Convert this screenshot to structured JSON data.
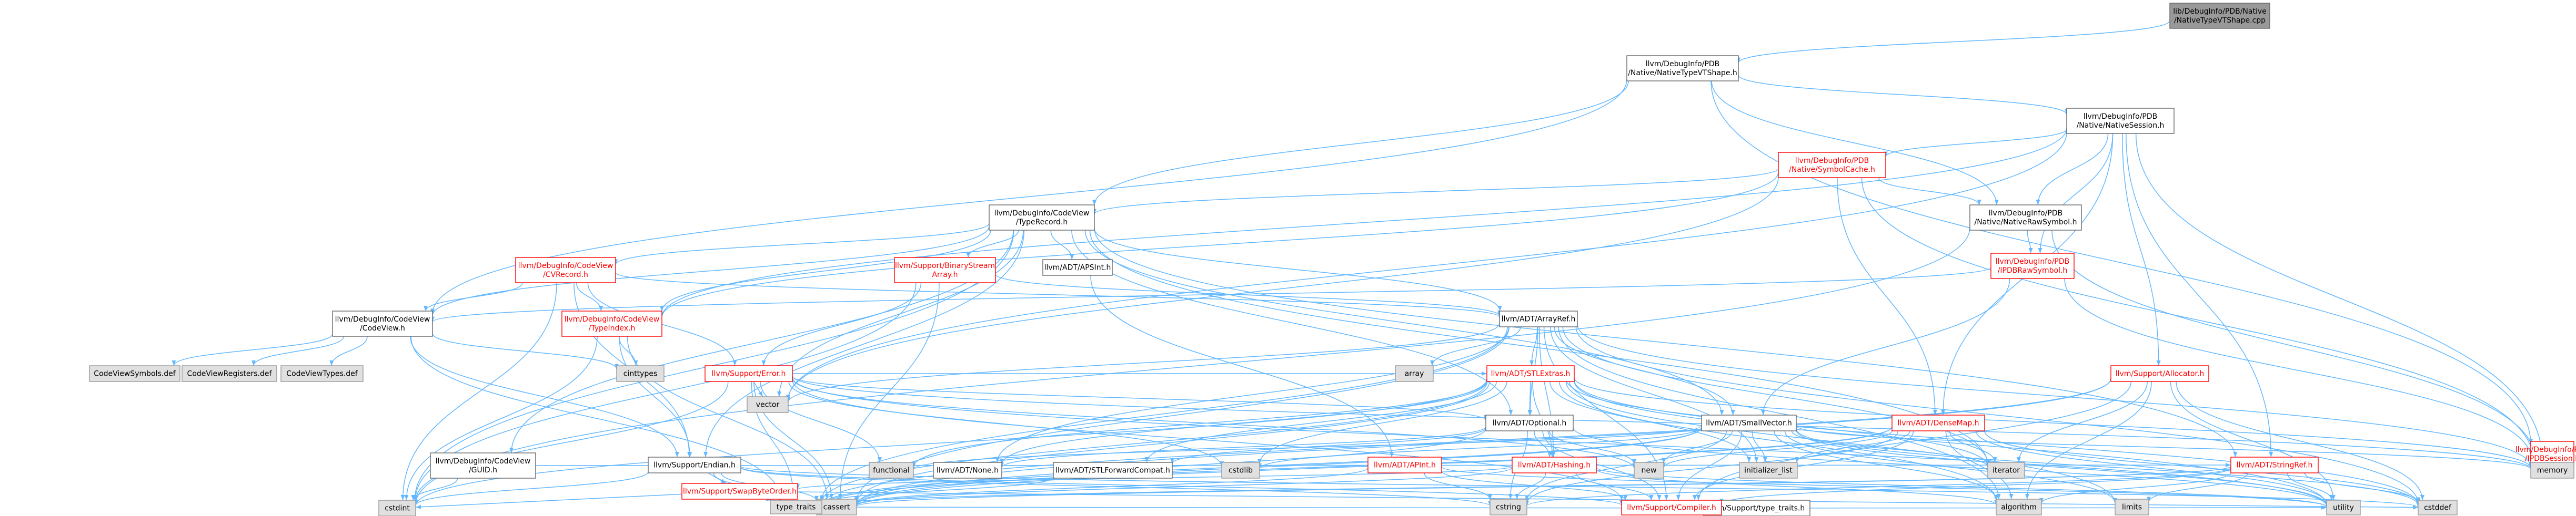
{
  "colors": {
    "background": "#ffffff",
    "node_fill": "#ffffff",
    "node_border": "#666666",
    "root_fill": "#999999",
    "root_border": "#666666",
    "system_fill": "#e0e0e0",
    "system_border": "#999999",
    "red_border": "#ff0000",
    "red_text": "#ff0000",
    "text": "#000000",
    "edge": "#63b8ff"
  },
  "nodes": [
    {
      "id": "root",
      "lines": [
        "lib/DebugInfo/PDB/Native",
        "/NativeTypeVTShape.cpp"
      ],
      "style": "root"
    },
    {
      "id": "nativetypevtshape",
      "lines": [
        "llvm/DebugInfo/PDB",
        "/Native/NativeTypeVTShape.h"
      ],
      "style": "normal"
    },
    {
      "id": "nativesession",
      "lines": [
        "llvm/DebugInfo/PDB",
        "/Native/NativeSession.h"
      ],
      "style": "normal"
    },
    {
      "id": "typerecord",
      "lines": [
        "llvm/DebugInfo/CodeView",
        "/TypeRecord.h"
      ],
      "style": "normal"
    },
    {
      "id": "symbolcache",
      "lines": [
        "llvm/DebugInfo/PDB",
        "/Native/SymbolCache.h"
      ],
      "style": "red"
    },
    {
      "id": "nativerawsymbol",
      "lines": [
        "llvm/DebugInfo/PDB",
        "/Native/NativeRawSymbol.h"
      ],
      "style": "normal"
    },
    {
      "id": "ipdbrawsymbol",
      "lines": [
        "llvm/DebugInfo/PDB",
        "/IPDBRawSymbol.h"
      ],
      "style": "red"
    },
    {
      "id": "cvrecord",
      "lines": [
        "llvm/DebugInfo/CodeView",
        "/CVRecord.h"
      ],
      "style": "red"
    },
    {
      "id": "binarystreamarray",
      "lines": [
        "llvm/Support/BinaryStream",
        "Array.h"
      ],
      "style": "red"
    },
    {
      "id": "apsint",
      "lines": [
        "llvm/ADT/APSInt.h"
      ],
      "style": "normal"
    },
    {
      "id": "codeview",
      "lines": [
        "llvm/DebugInfo/CodeView",
        "/CodeView.h"
      ],
      "style": "normal"
    },
    {
      "id": "typeindex",
      "lines": [
        "llvm/DebugInfo/CodeView",
        "/TypeIndex.h"
      ],
      "style": "red"
    },
    {
      "id": "arrayref",
      "lines": [
        "llvm/ADT/ArrayRef.h"
      ],
      "style": "normal"
    },
    {
      "id": "codeviewsymbols",
      "lines": [
        "CodeViewSymbols.def"
      ],
      "style": "system"
    },
    {
      "id": "codeviewregisters",
      "lines": [
        "CodeViewRegisters.def"
      ],
      "style": "system"
    },
    {
      "id": "codeviewtypes",
      "lines": [
        "CodeViewTypes.def"
      ],
      "style": "system"
    },
    {
      "id": "cinttypes",
      "lines": [
        "cinttypes"
      ],
      "style": "system"
    },
    {
      "id": "error",
      "lines": [
        "llvm/Support/Error.h"
      ],
      "style": "red"
    },
    {
      "id": "array",
      "lines": [
        "array"
      ],
      "style": "system"
    },
    {
      "id": "stlextras",
      "lines": [
        "llvm/ADT/STLExtras.h"
      ],
      "style": "red"
    },
    {
      "id": "allocator",
      "lines": [
        "llvm/Support/Allocator.h"
      ],
      "style": "red"
    },
    {
      "id": "ipdbsession",
      "lines": [
        "llvm/DebugInfo/PDB",
        "/IPDBSession.h"
      ],
      "style": "red"
    },
    {
      "id": "vector",
      "lines": [
        "vector"
      ],
      "style": "system"
    },
    {
      "id": "optional",
      "lines": [
        "llvm/ADT/Optional.h"
      ],
      "style": "normal"
    },
    {
      "id": "smallvector",
      "lines": [
        "llvm/ADT/SmallVector.h"
      ],
      "style": "normal"
    },
    {
      "id": "densemap",
      "lines": [
        "llvm/ADT/DenseMap.h"
      ],
      "style": "red"
    },
    {
      "id": "guid",
      "lines": [
        "llvm/DebugInfo/CodeView",
        "/GUID.h"
      ],
      "style": "normal"
    },
    {
      "id": "endian",
      "lines": [
        "llvm/Support/Endian.h"
      ],
      "style": "normal"
    },
    {
      "id": "functional",
      "lines": [
        "functional"
      ],
      "style": "system"
    },
    {
      "id": "none",
      "lines": [
        "llvm/ADT/None.h"
      ],
      "style": "normal"
    },
    {
      "id": "stlforwardcompat",
      "lines": [
        "llvm/ADT/STLForwardCompat.h"
      ],
      "style": "normal"
    },
    {
      "id": "cstdlib",
      "lines": [
        "cstdlib"
      ],
      "style": "system"
    },
    {
      "id": "apint",
      "lines": [
        "llvm/ADT/APInt.h"
      ],
      "style": "red"
    },
    {
      "id": "hashing",
      "lines": [
        "llvm/ADT/Hashing.h"
      ],
      "style": "red"
    },
    {
      "id": "new",
      "lines": [
        "new"
      ],
      "style": "system"
    },
    {
      "id": "initializer_list",
      "lines": [
        "initializer_list"
      ],
      "style": "system"
    },
    {
      "id": "iterator",
      "lines": [
        "iterator"
      ],
      "style": "system"
    },
    {
      "id": "stringref",
      "lines": [
        "llvm/ADT/StringRef.h"
      ],
      "style": "red"
    },
    {
      "id": "memory",
      "lines": [
        "memory"
      ],
      "style": "system"
    },
    {
      "id": "swapbyteorder",
      "lines": [
        "llvm/Support/SwapByteOrder.h"
      ],
      "style": "red"
    },
    {
      "id": "cassert",
      "lines": [
        "cassert"
      ],
      "style": "system"
    },
    {
      "id": "cstring",
      "lines": [
        "cstring"
      ],
      "style": "system"
    },
    {
      "id": "typetraits_h",
      "lines": [
        "llvm/Support/type_traits.h"
      ],
      "style": "normal"
    },
    {
      "id": "algorithm",
      "lines": [
        "algorithm"
      ],
      "style": "system"
    },
    {
      "id": "limits",
      "lines": [
        "limits"
      ],
      "style": "system"
    },
    {
      "id": "cstdint",
      "lines": [
        "cstdint"
      ],
      "style": "system"
    },
    {
      "id": "type_traits",
      "lines": [
        "type_traits"
      ],
      "style": "system"
    },
    {
      "id": "compiler",
      "lines": [
        "llvm/Support/Compiler.h"
      ],
      "style": "red"
    },
    {
      "id": "utility",
      "lines": [
        "utility"
      ],
      "style": "system"
    },
    {
      "id": "cstddef",
      "lines": [
        "cstddef"
      ],
      "style": "system"
    }
  ],
  "edges": [
    [
      "root",
      "nativetypevtshape"
    ],
    [
      "nativetypevtshape",
      "nativesession"
    ],
    [
      "nativetypevtshape",
      "typerecord"
    ],
    [
      "nativetypevtshape",
      "nativerawsymbol"
    ],
    [
      "nativetypevtshape",
      "codeview"
    ],
    [
      "nativetypevtshape",
      "ipdbsession"
    ],
    [
      "nativesession",
      "symbolcache"
    ],
    [
      "nativesession",
      "nativerawsymbol"
    ],
    [
      "nativesession",
      "ipdbrawsymbol"
    ],
    [
      "nativesession",
      "allocator"
    ],
    [
      "nativesession",
      "densemap"
    ],
    [
      "nativesession",
      "stringref"
    ],
    [
      "nativesession",
      "typeindex"
    ],
    [
      "nativesession",
      "vector"
    ],
    [
      "nativesession",
      "memory"
    ],
    [
      "symbolcache",
      "typerecord"
    ],
    [
      "symbolcache",
      "nativerawsymbol"
    ],
    [
      "symbolcache",
      "densemap"
    ],
    [
      "symbolcache",
      "typeindex"
    ],
    [
      "symbolcache",
      "memory"
    ],
    [
      "symbolcache",
      "vector"
    ],
    [
      "nativerawsymbol",
      "ipdbrawsymbol"
    ],
    [
      "nativerawsymbol",
      "cstdint"
    ],
    [
      "nativerawsymbol",
      "memory"
    ],
    [
      "ipdbrawsymbol",
      "smallvector"
    ],
    [
      "ipdbrawsymbol",
      "codeview"
    ],
    [
      "ipdbrawsymbol",
      "memory"
    ],
    [
      "typerecord",
      "cvrecord"
    ],
    [
      "typerecord",
      "binarystreamarray"
    ],
    [
      "typerecord",
      "apsint"
    ],
    [
      "typerecord",
      "codeview"
    ],
    [
      "typerecord",
      "typeindex"
    ],
    [
      "typerecord",
      "guid"
    ],
    [
      "typerecord",
      "arrayref"
    ],
    [
      "typerecord",
      "optional"
    ],
    [
      "typerecord",
      "smallvector"
    ],
    [
      "typerecord",
      "stringref"
    ],
    [
      "typerecord",
      "endian"
    ],
    [
      "typerecord",
      "vector"
    ],
    [
      "typerecord",
      "cstdint"
    ],
    [
      "typerecord",
      "iterator"
    ],
    [
      "cvrecord",
      "codeview"
    ],
    [
      "cvrecord",
      "typeindex"
    ],
    [
      "cvrecord",
      "error"
    ],
    [
      "cvrecord",
      "arrayref"
    ],
    [
      "cvrecord",
      "endian"
    ],
    [
      "cvrecord",
      "cstdint"
    ],
    [
      "binarystreamarray",
      "arrayref"
    ],
    [
      "binarystreamarray",
      "error"
    ],
    [
      "binarystreamarray",
      "cassert"
    ],
    [
      "binarystreamarray",
      "cstdint"
    ],
    [
      "apsint",
      "apint"
    ],
    [
      "codeview",
      "codeviewsymbols"
    ],
    [
      "codeview",
      "codeviewregisters"
    ],
    [
      "codeview",
      "codeviewtypes"
    ],
    [
      "codeview",
      "cinttypes"
    ],
    [
      "codeview",
      "endian"
    ],
    [
      "codeview",
      "type_traits"
    ],
    [
      "typeindex",
      "cinttypes"
    ],
    [
      "typeindex",
      "endian"
    ],
    [
      "typeindex",
      "cassert"
    ],
    [
      "typeindex",
      "cstdint"
    ],
    [
      "arrayref",
      "array"
    ],
    [
      "arrayref",
      "stlextras"
    ],
    [
      "arrayref",
      "smallvector"
    ],
    [
      "arrayref",
      "compiler"
    ],
    [
      "arrayref",
      "algorithm"
    ],
    [
      "arrayref",
      "cassert"
    ],
    [
      "arrayref",
      "cstddef"
    ],
    [
      "arrayref",
      "initializer_list"
    ],
    [
      "arrayref",
      "iterator"
    ],
    [
      "arrayref",
      "memory"
    ],
    [
      "arrayref",
      "type_traits"
    ],
    [
      "arrayref",
      "vector"
    ],
    [
      "arrayref",
      "hashing"
    ],
    [
      "arrayref",
      "none"
    ],
    [
      "arrayref",
      "optional"
    ],
    [
      "error",
      "abi"
    ],
    [
      "error",
      "stlextras"
    ],
    [
      "error",
      "compiler"
    ],
    [
      "error",
      "cassert"
    ],
    [
      "error",
      "cstdint"
    ],
    [
      "error",
      "cstdlib"
    ],
    [
      "error",
      "functional"
    ],
    [
      "error",
      "memory"
    ],
    [
      "error",
      "new"
    ],
    [
      "error",
      "type_traits"
    ],
    [
      "error",
      "utility"
    ],
    [
      "error",
      "vector"
    ],
    [
      "error",
      "optional"
    ],
    [
      "stlextras",
      "optional"
    ],
    [
      "stlextras",
      "stlforwardcompat"
    ],
    [
      "stlextras",
      "none"
    ],
    [
      "stlextras",
      "hashing"
    ],
    [
      "stlextras",
      "algorithm"
    ],
    [
      "stlextras",
      "cassert"
    ],
    [
      "stlextras",
      "cstddef"
    ],
    [
      "stlextras",
      "cstdint"
    ],
    [
      "stlextras",
      "cstdlib"
    ],
    [
      "stlextras",
      "functional"
    ],
    [
      "stlextras",
      "initializer_list"
    ],
    [
      "stlextras",
      "iterator"
    ],
    [
      "stlextras",
      "limits"
    ],
    [
      "stlextras",
      "memory"
    ],
    [
      "stlextras",
      "tuple"
    ],
    [
      "stlextras",
      "type_traits"
    ],
    [
      "stlextras",
      "utility"
    ],
    [
      "allocator",
      "compiler"
    ],
    [
      "allocator",
      "algorithm"
    ],
    [
      "allocator",
      "cassert"
    ],
    [
      "allocator",
      "cstddef"
    ],
    [
      "allocator",
      "iterator"
    ],
    [
      "allocator",
      "type_traits"
    ],
    [
      "allocator",
      "utility"
    ],
    [
      "optional",
      "none"
    ],
    [
      "optional",
      "stlforwardcompat"
    ],
    [
      "optional",
      "hashing"
    ],
    [
      "optional",
      "compiler"
    ],
    [
      "optional",
      "type_traits_h"
    ],
    [
      "optional",
      "cassert"
    ],
    [
      "optional",
      "cstring"
    ],
    [
      "optional",
      "new"
    ],
    [
      "optional",
      "utility"
    ],
    [
      "smallvector",
      "compiler"
    ],
    [
      "smallvector",
      "type_traits_h"
    ],
    [
      "smallvector",
      "algorithm"
    ],
    [
      "smallvector",
      "cassert"
    ],
    [
      "smallvector",
      "cstddef"
    ],
    [
      "smallvector",
      "cstdlib"
    ],
    [
      "smallvector",
      "cstring"
    ],
    [
      "smallvector",
      "functional"
    ],
    [
      "smallvector",
      "initializer_list"
    ],
    [
      "smallvector",
      "iterator"
    ],
    [
      "smallvector",
      "limits"
    ],
    [
      "smallvector",
      "memory"
    ],
    [
      "smallvector",
      "new"
    ],
    [
      "smallvector",
      "type_traits"
    ],
    [
      "smallvector",
      "utility"
    ],
    [
      "densemap",
      "compiler"
    ],
    [
      "densemap",
      "type_traits_h"
    ],
    [
      "densemap",
      "algorithm"
    ],
    [
      "densemap",
      "cassert"
    ],
    [
      "densemap",
      "cstddef"
    ],
    [
      "densemap",
      "cstring"
    ],
    [
      "densemap",
      "initializer_list"
    ],
    [
      "densemap",
      "iterator"
    ],
    [
      "densemap",
      "new"
    ],
    [
      "densemap",
      "type_traits"
    ],
    [
      "densemap",
      "utility"
    ],
    [
      "guid",
      "cstdint"
    ],
    [
      "guid",
      "stringref"
    ],
    [
      "endian",
      "compiler"
    ],
    [
      "endian",
      "swapbyteorder"
    ],
    [
      "endian",
      "cassert"
    ],
    [
      "endian",
      "cstddef"
    ],
    [
      "endian",
      "cstdint"
    ],
    [
      "endian",
      "cstring"
    ],
    [
      "endian",
      "type_traits"
    ],
    [
      "stlforwardcompat",
      "type_traits"
    ],
    [
      "apint",
      "compiler"
    ],
    [
      "apint",
      "cassert"
    ],
    [
      "apint",
      "cstring"
    ],
    [
      "apint",
      "utility"
    ],
    [
      "hashing",
      "compiler"
    ],
    [
      "hashing",
      "swapbyteorder"
    ],
    [
      "hashing",
      "type_traits_h"
    ],
    [
      "hashing",
      "algorithm"
    ],
    [
      "hashing",
      "cassert"
    ],
    [
      "hashing",
      "cstring"
    ],
    [
      "hashing",
      "utility"
    ],
    [
      "stringref",
      "compiler"
    ],
    [
      "stringref",
      "type_traits_h"
    ],
    [
      "stringref",
      "algorithm"
    ],
    [
      "stringref",
      "cassert"
    ],
    [
      "stringref",
      "cstddef"
    ],
    [
      "stringref",
      "cstring"
    ],
    [
      "stringref",
      "limits"
    ],
    [
      "stringref",
      "type_traits"
    ],
    [
      "stringref",
      "utility"
    ],
    [
      "swapbyteorder",
      "cstddef"
    ],
    [
      "swapbyteorder",
      "cstdint"
    ],
    [
      "swapbyteorder",
      "type_traits"
    ],
    [
      "typetraits_h",
      "compiler"
    ],
    [
      "typetraits_h",
      "type_traits"
    ],
    [
      "typetraits_h",
      "utility"
    ]
  ]
}
